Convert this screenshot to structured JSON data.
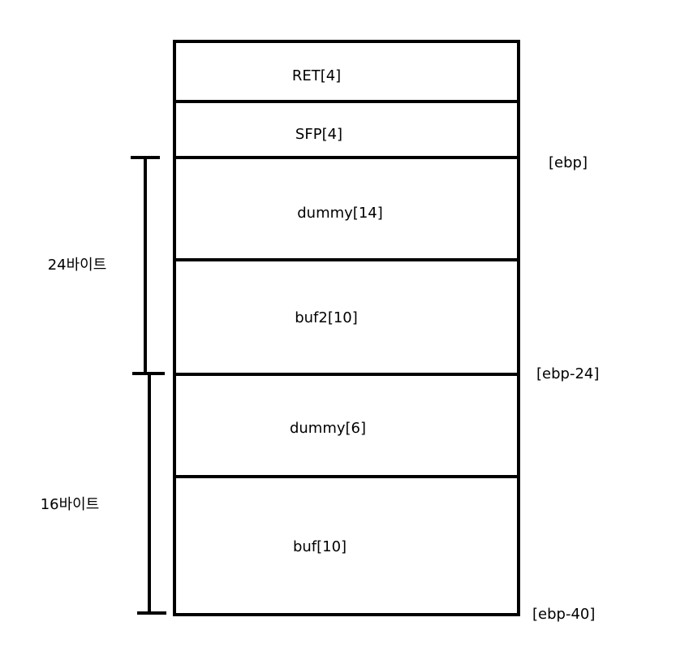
{
  "cells": [
    {
      "label": "RET[4]"
    },
    {
      "label": "SFP[4]"
    },
    {
      "label": "dummy[14]"
    },
    {
      "label": "buf2[10]"
    },
    {
      "label": "dummy[6]"
    },
    {
      "label": "buf[10]"
    }
  ],
  "addresses": {
    "ebp": "[ebp]",
    "ebp_24": "[ebp-24]",
    "ebp_40": "[ebp-40]"
  },
  "spans": {
    "upper": "24바이트",
    "lower": "16바이트"
  },
  "colors": {
    "stroke": "#000000",
    "background": "#ffffff"
  }
}
